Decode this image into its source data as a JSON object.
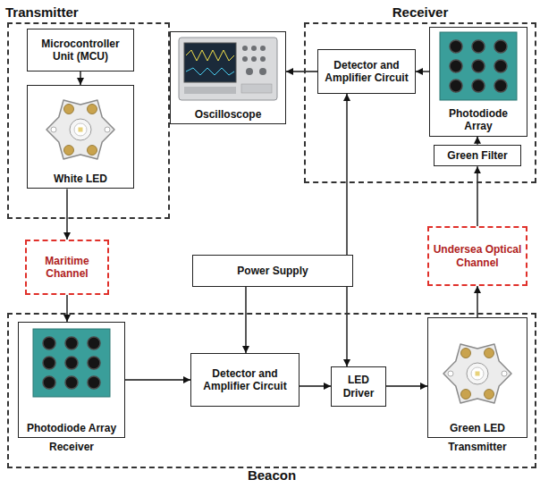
{
  "diagram": {
    "nodes": [
      {
        "text": [
          "Transmitter"
        ]
      },
      {
        "text": [
          "Microcontroller Unit (MCU)"
        ],
        "in": 0
      },
      {
        "text": [
          "White LED"
        ],
        "in": 0
      },
      {
        "text": [
          "Oscilloscope"
        ]
      },
      {
        "text": [
          "Receiver"
        ]
      },
      {
        "text": [
          "Detector and Amplifier Circuit"
        ],
        "in": 4
      },
      {
        "text": [
          "Photodiode Array"
        ],
        "in": 4
      },
      {
        "text": [
          "Green Filter"
        ],
        "in": 4
      },
      {
        "text": [
          "Maritime Channel"
        ]
      },
      {
        "text": [
          "Power Supply"
        ]
      },
      {
        "text": [
          "Undersea Optical Channel"
        ]
      },
      {
        "text": [
          "Beacon"
        ]
      },
      {
        "text": [
          "Photodiode Array",
          "Receiver"
        ],
        "in": 11
      },
      {
        "text": [
          "Detector and Amplifier Circuit"
        ],
        "in": 11
      },
      {
        "text": [
          "LED Driver"
        ],
        "in": 11
      },
      {
        "text": [
          "Green LED",
          "Transmitter"
        ],
        "in": 11
      }
    ],
    "edges": [
      {
        "from": 1,
        "to": 2,
        "arrow": "to"
      },
      {
        "from": 2,
        "to": 8,
        "arrow": "to"
      },
      {
        "from": 8,
        "to": 12,
        "arrow": "to"
      },
      {
        "from": 12,
        "to": 13,
        "arrow": "to"
      },
      {
        "from": 13,
        "to": 14,
        "arrow": "to"
      },
      {
        "from": 14,
        "to": 15,
        "arrow": "to"
      },
      {
        "from": 15,
        "to": 10,
        "arrow": "to"
      },
      {
        "from": 10,
        "to": 7,
        "arrow": "to"
      },
      {
        "from": 7,
        "to": 6,
        "arrow": "to"
      },
      {
        "from": 6,
        "to": 5,
        "arrow": "to"
      },
      {
        "from": 5,
        "to": 3,
        "arrow": "to"
      },
      {
        "from": 9,
        "to": 5,
        "arrow": "to"
      },
      {
        "from": 9,
        "to": 13,
        "arrow": "to"
      },
      {
        "from": 9,
        "to": 14,
        "arrow": "to"
      }
    ]
  }
}
